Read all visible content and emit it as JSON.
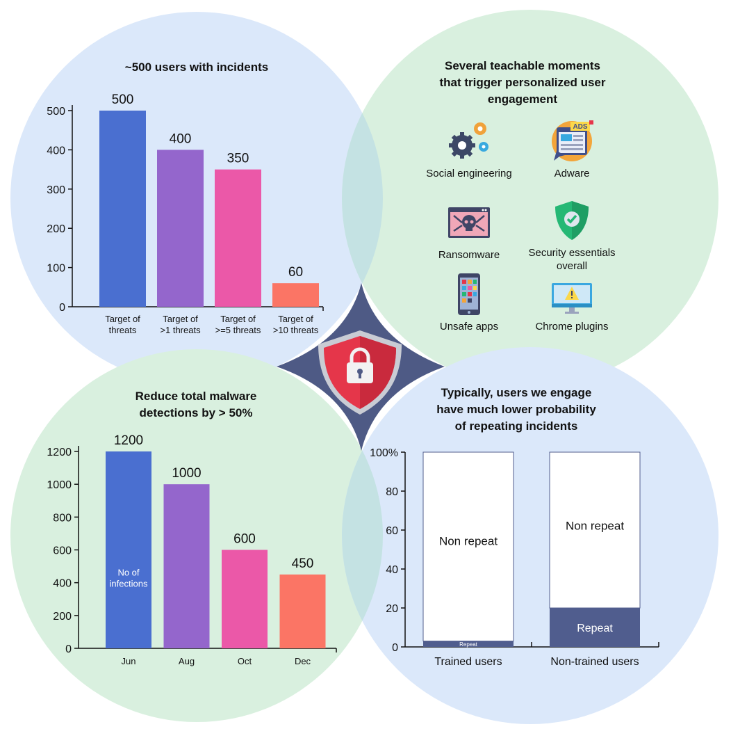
{
  "colors": {
    "circle_blue": "#dbe8fa",
    "circle_green": "#d9f0df",
    "overlap": "#c4e2e3",
    "diamond": "#4e5a85",
    "shield_red": "#e5364a",
    "bar_blue": "#4a6fd0",
    "bar_purple": "#9466cc",
    "bar_pink": "#eb58a8",
    "bar_salmon": "#fb7565",
    "repeat_navy": "#505d8e"
  },
  "center_icon": "lock-shield-icon",
  "panels": {
    "top_left": {
      "title": "~500 users with incidents"
    },
    "top_right": {
      "title": "Several teachable moments\nthat trigger personalized user\nengagement",
      "moments": [
        {
          "label": "Social engineering",
          "icon": "gears-icon"
        },
        {
          "label": "Adware",
          "icon": "ads-browser-icon"
        },
        {
          "label": "Ransomware",
          "icon": "skull-screen-icon"
        },
        {
          "label": "Security essentials\noverall",
          "icon": "shield-check-icon"
        },
        {
          "label": "Unsafe apps",
          "icon": "smartphone-icon"
        },
        {
          "label": "Chrome plugins",
          "icon": "warning-monitor-icon"
        }
      ]
    },
    "bottom_left": {
      "title": "Reduce total malware\ndetections by > 50%"
    },
    "bottom_right": {
      "title": "Typically, users we engage\nhave much lower probability\nof repeating incidents"
    }
  },
  "chart_data": [
    {
      "type": "bar",
      "title": "~500 users with incidents",
      "categories": [
        "Target of\nthreats",
        "Target of\n>1 threats",
        "Target of\n>=5 threats",
        "Target of\n>10 threats"
      ],
      "values": [
        500,
        400,
        350,
        60
      ],
      "data_labels": [
        "500",
        "400",
        "350",
        "60"
      ],
      "yticks": [
        0,
        100,
        200,
        300,
        400,
        500
      ],
      "ylim": [
        0,
        500
      ],
      "bar_colors": [
        "#4a6fd0",
        "#9466cc",
        "#eb58a8",
        "#fb7565"
      ],
      "grid": false
    },
    {
      "type": "bar",
      "title": "Reduce total malware\ndetections by > 50%",
      "categories": [
        "Jun",
        "Aug",
        "Oct",
        "Dec"
      ],
      "values": [
        1200,
        1000,
        600,
        450
      ],
      "data_labels": [
        "1200",
        "1000",
        "600",
        "450"
      ],
      "yticks": [
        0,
        200,
        400,
        600,
        800,
        1000,
        1200
      ],
      "ylim": [
        0,
        1200
      ],
      "bar_colors": [
        "#4a6fd0",
        "#9466cc",
        "#eb58a8",
        "#fb7565"
      ],
      "annotation": "No of\ninfections",
      "grid": false
    },
    {
      "type": "bar",
      "stacked": true,
      "title": "Typically, users we engage\nhave much lower probability\nof repeating incidents",
      "categories": [
        "Trained users",
        "Non-trained users"
      ],
      "series": [
        {
          "name": "Repeat",
          "values": [
            3,
            20
          ],
          "color": "#505d8e"
        },
        {
          "name": "Non repeat",
          "values": [
            97,
            80
          ],
          "color": "#ffffff"
        }
      ],
      "yticks": [
        "0",
        "20",
        "40",
        "60",
        "80",
        "100%"
      ],
      "ylim": [
        0,
        100
      ],
      "grid": false
    }
  ]
}
